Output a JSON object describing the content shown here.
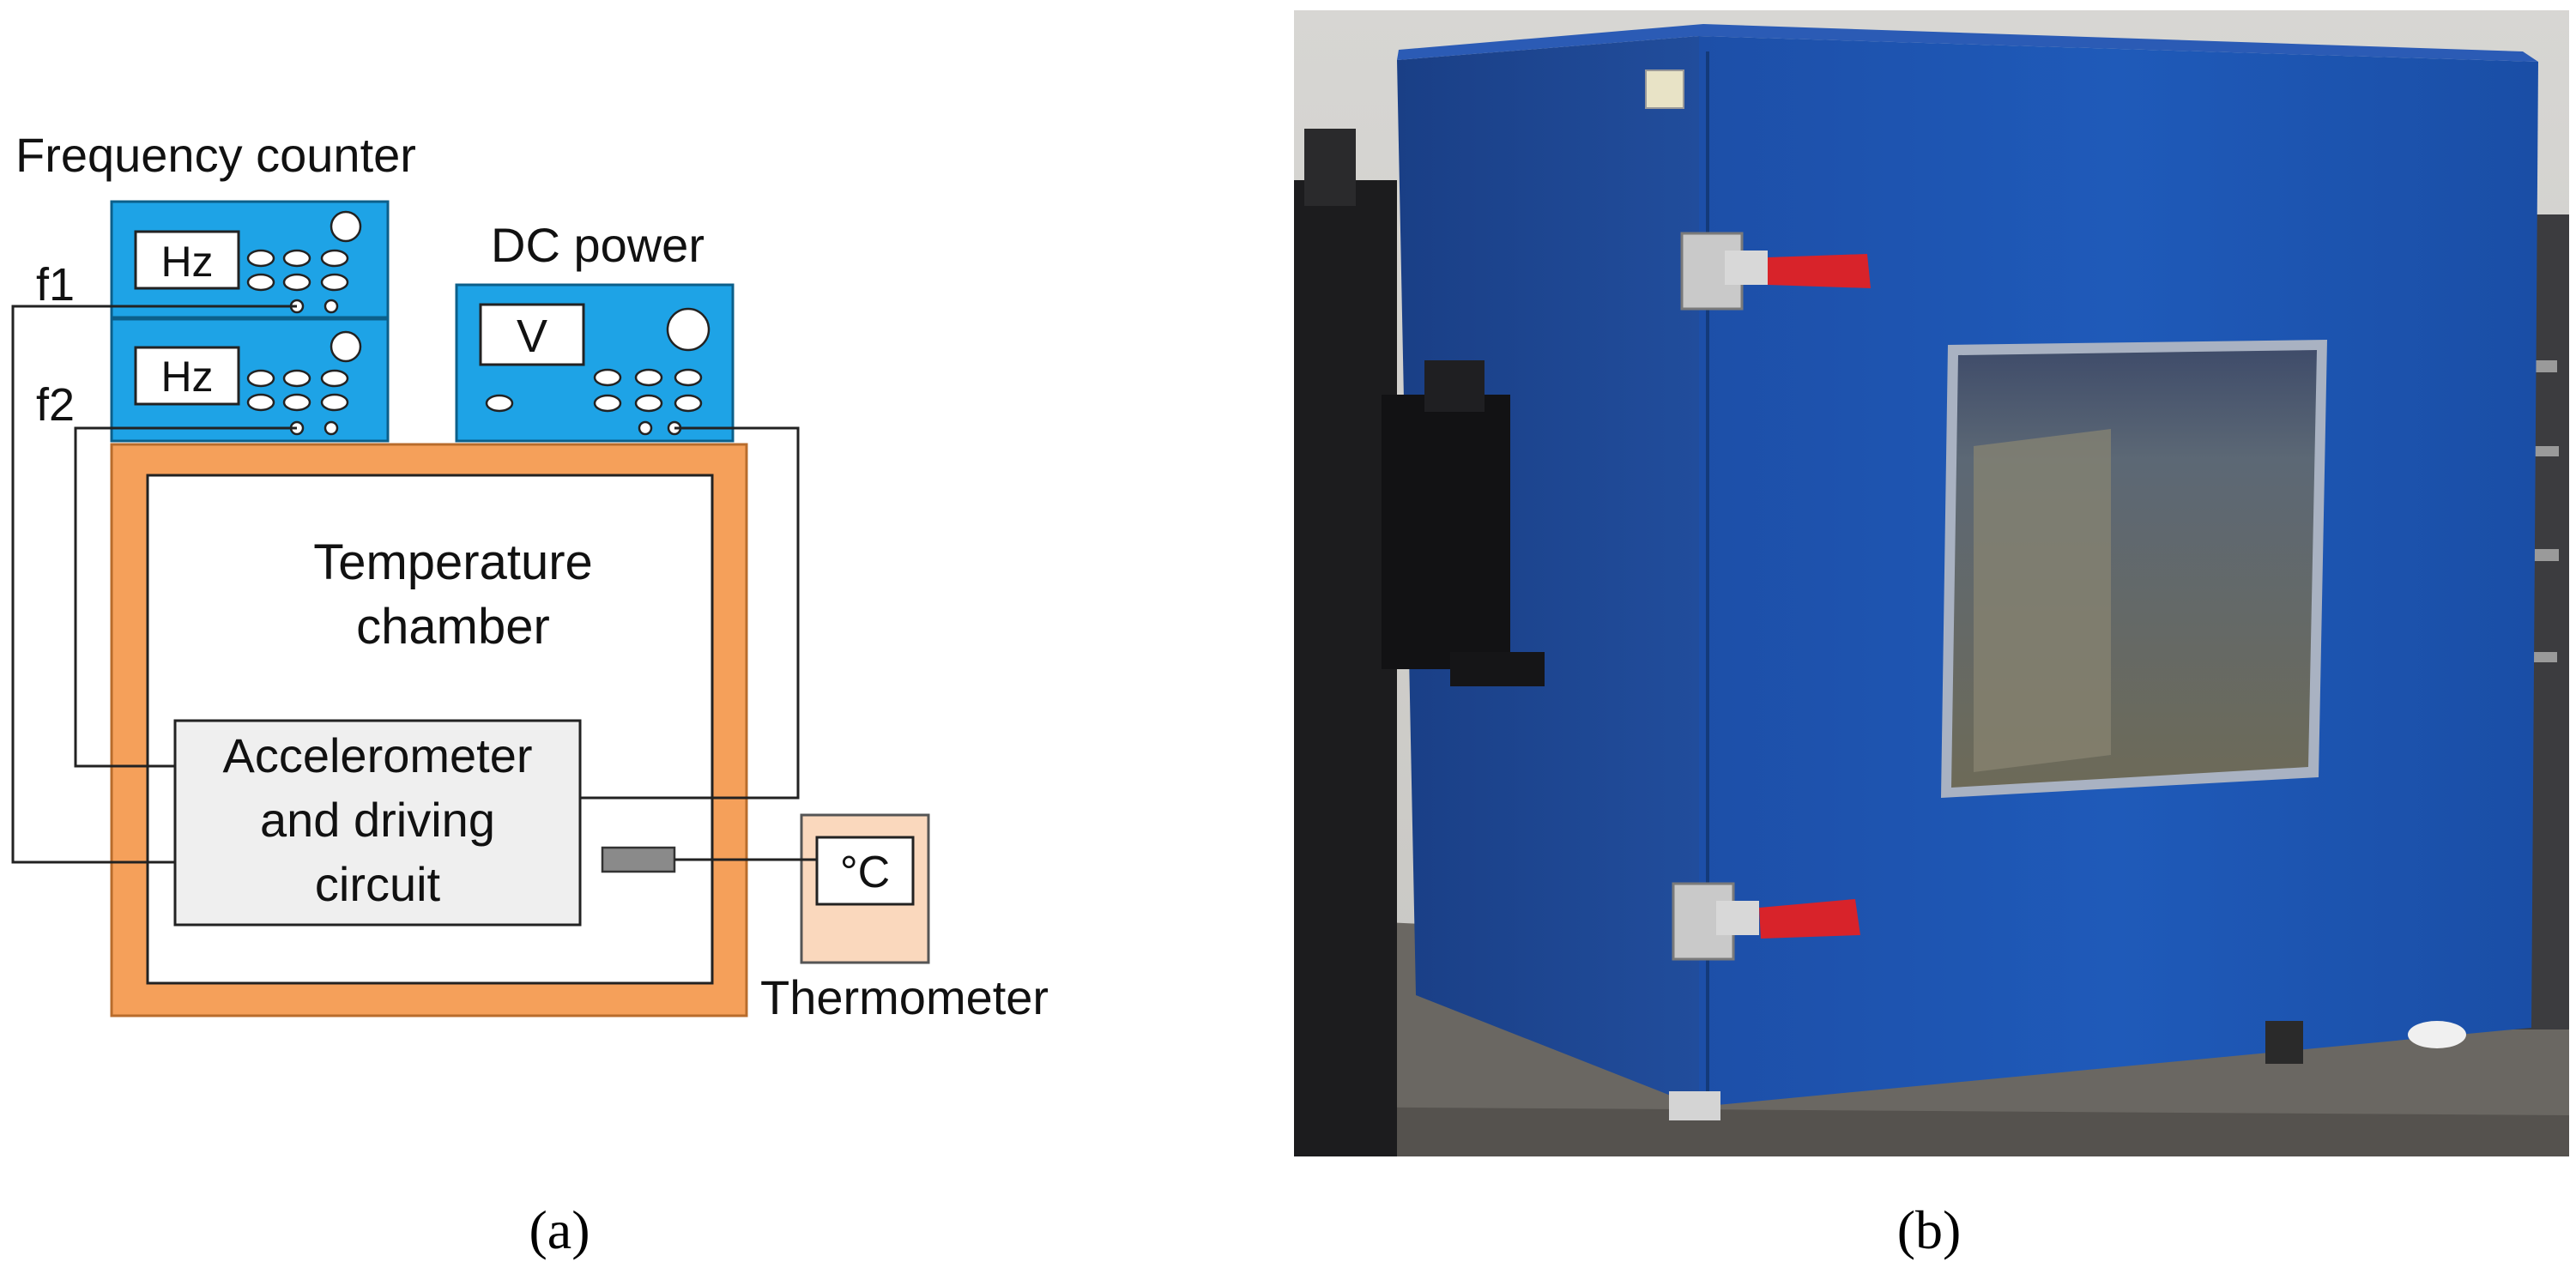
{
  "diagram": {
    "frequency_counter_label": "Frequency counter",
    "dc_power_label": "DC power",
    "f1_label": "f1",
    "f2_label": "f2",
    "hz_display_1": "Hz",
    "hz_display_2": "Hz",
    "volt_display": "V",
    "chamber_label_line1": "Temperature",
    "chamber_label_line2": "chamber",
    "accel_label_line1": "Accelerometer",
    "accel_label_line2": "and driving",
    "accel_label_line3": "circuit",
    "thermo_display": "°C",
    "thermometer_label": "Thermometer",
    "colors": {
      "instrument_blue": "#1ea3e6",
      "chamber_orange": "#f5a05a",
      "thermometer_fill": "#fad8bd",
      "circuit_fill": "#efefef"
    }
  },
  "photo": {
    "description_icon": "temperature-chamber-photo"
  },
  "captions": {
    "a": "(a)",
    "b": "(b)"
  }
}
